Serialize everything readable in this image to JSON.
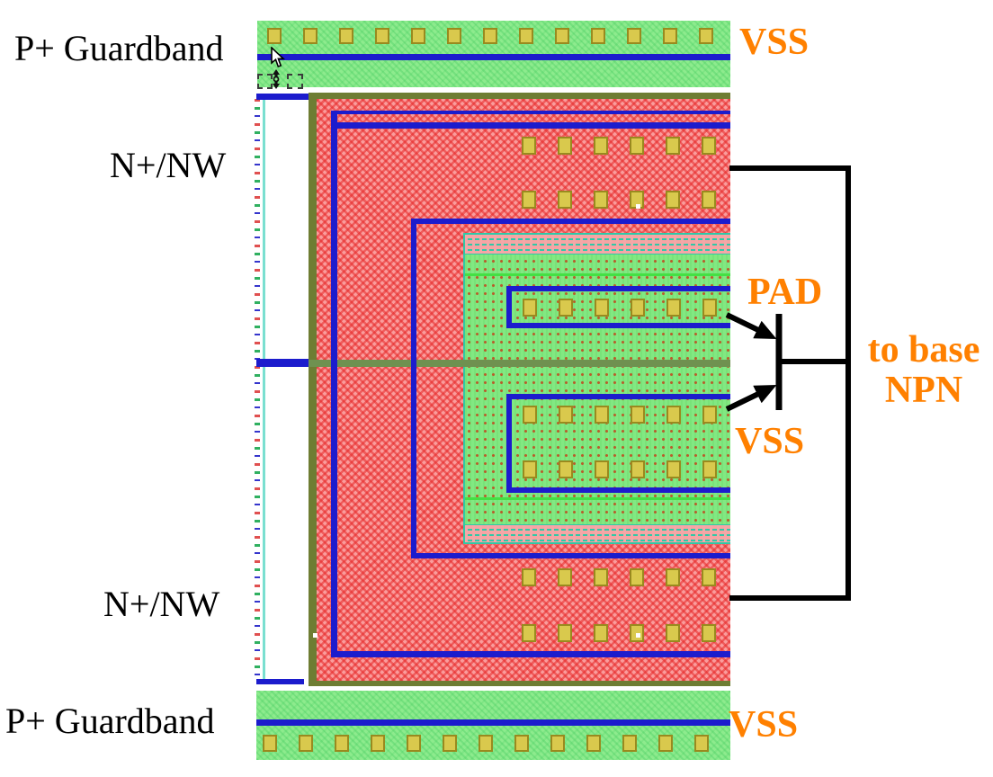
{
  "labels": {
    "guardband_top": "P+ Guardband",
    "nplus_nw_top": "N+/NW",
    "nplus_nw_bottom": "N+/NW",
    "guardband_bottom": "P+ Guardband",
    "vss_top": "VSS",
    "pad": "PAD",
    "vss_mid": "VSS",
    "to_base_line1": "to base",
    "to_base_line2": "NPN",
    "vss_bottom": "VSS"
  },
  "colors": {
    "annotation_orange": "#ff8000",
    "annotation_black": "#000000",
    "metal_blue": "#1c1ccd",
    "nwell_red_hatch": "#fa9c9c",
    "guardband_green": "#8deb8d",
    "island_green": "#82e882",
    "hatched_band_pink": "#f3a8a8",
    "olive_border": "#6e7d33",
    "olive_mid_band": "#6f9150",
    "contact_yellow": "#d9c94d",
    "contact_border": "#998a1f",
    "teal_accent": "#2fc9a7"
  },
  "contacts": {
    "guardband_row_count": 13,
    "device_row_count": 6
  },
  "icons": {
    "cursor": "mouse-pointer-icon",
    "move_anchor": "move-anchor-icon",
    "selection_handle": "dashed-selection-box"
  }
}
